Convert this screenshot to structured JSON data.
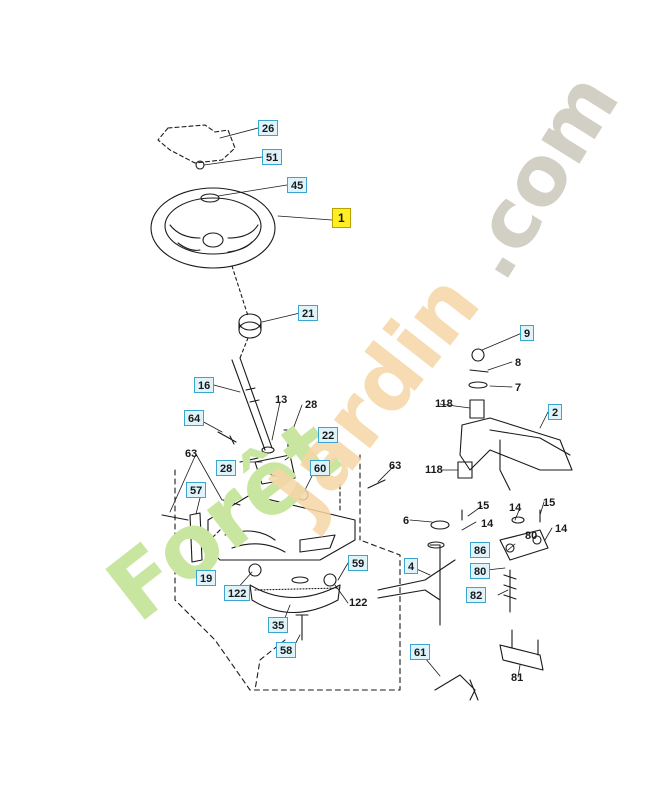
{
  "watermark": {
    "part1": "Forêt",
    "part2": "Jardin",
    "part3": ".com",
    "color1": "#c8e6a0",
    "color2": "#f6d6a6",
    "color3": "#d2d0c4"
  },
  "colors": {
    "line": "#1a1a1a",
    "callout_box_fill": "#dff3fb",
    "callout_box_border": "#3aa6d0",
    "highlight": "#ffee22"
  },
  "callouts": [
    {
      "id": "c26",
      "text": "26",
      "boxed": true
    },
    {
      "id": "c51",
      "text": "51",
      "boxed": true
    },
    {
      "id": "c45",
      "text": "45",
      "boxed": true
    },
    {
      "id": "c1",
      "text": "1",
      "boxed": true,
      "highlight": true
    },
    {
      "id": "c21",
      "text": "21",
      "boxed": true
    },
    {
      "id": "c16",
      "text": "16",
      "boxed": true
    },
    {
      "id": "c13",
      "text": "13",
      "boxed": false
    },
    {
      "id": "c28a",
      "text": "28",
      "boxed": false
    },
    {
      "id": "c22",
      "text": "22",
      "boxed": true
    },
    {
      "id": "c64",
      "text": "64",
      "boxed": true
    },
    {
      "id": "c63a",
      "text": "63",
      "boxed": false
    },
    {
      "id": "c28b",
      "text": "28",
      "boxed": true
    },
    {
      "id": "c60",
      "text": "60",
      "boxed": true
    },
    {
      "id": "c63b",
      "text": "63",
      "boxed": false
    },
    {
      "id": "c57",
      "text": "57",
      "boxed": true
    },
    {
      "id": "c19",
      "text": "19",
      "boxed": true
    },
    {
      "id": "c59",
      "text": "59",
      "boxed": true
    },
    {
      "id": "c122a",
      "text": "122",
      "boxed": true
    },
    {
      "id": "c122b",
      "text": "122",
      "boxed": false
    },
    {
      "id": "c35",
      "text": "35",
      "boxed": true
    },
    {
      "id": "c58",
      "text": "58",
      "boxed": true
    },
    {
      "id": "c9",
      "text": "9",
      "boxed": true
    },
    {
      "id": "c8",
      "text": "8",
      "boxed": false
    },
    {
      "id": "c7",
      "text": "7",
      "boxed": false
    },
    {
      "id": "c118a",
      "text": "118",
      "boxed": false
    },
    {
      "id": "c2",
      "text": "2",
      "boxed": true
    },
    {
      "id": "c118b",
      "text": "118",
      "boxed": false
    },
    {
      "id": "c15a",
      "text": "15",
      "boxed": false
    },
    {
      "id": "c6",
      "text": "6",
      "boxed": false
    },
    {
      "id": "c14a",
      "text": "14",
      "boxed": false
    },
    {
      "id": "c14b",
      "text": "14",
      "boxed": false
    },
    {
      "id": "c15b",
      "text": "15",
      "boxed": false
    },
    {
      "id": "c14c",
      "text": "14",
      "boxed": false
    },
    {
      "id": "c80a",
      "text": "80",
      "boxed": false
    },
    {
      "id": "c86",
      "text": "86",
      "boxed": true
    },
    {
      "id": "c4",
      "text": "4",
      "boxed": true
    },
    {
      "id": "c80b",
      "text": "80",
      "boxed": true
    },
    {
      "id": "c82",
      "text": "82",
      "boxed": true
    },
    {
      "id": "c61",
      "text": "61",
      "boxed": true
    },
    {
      "id": "c81",
      "text": "81",
      "boxed": false
    }
  ]
}
